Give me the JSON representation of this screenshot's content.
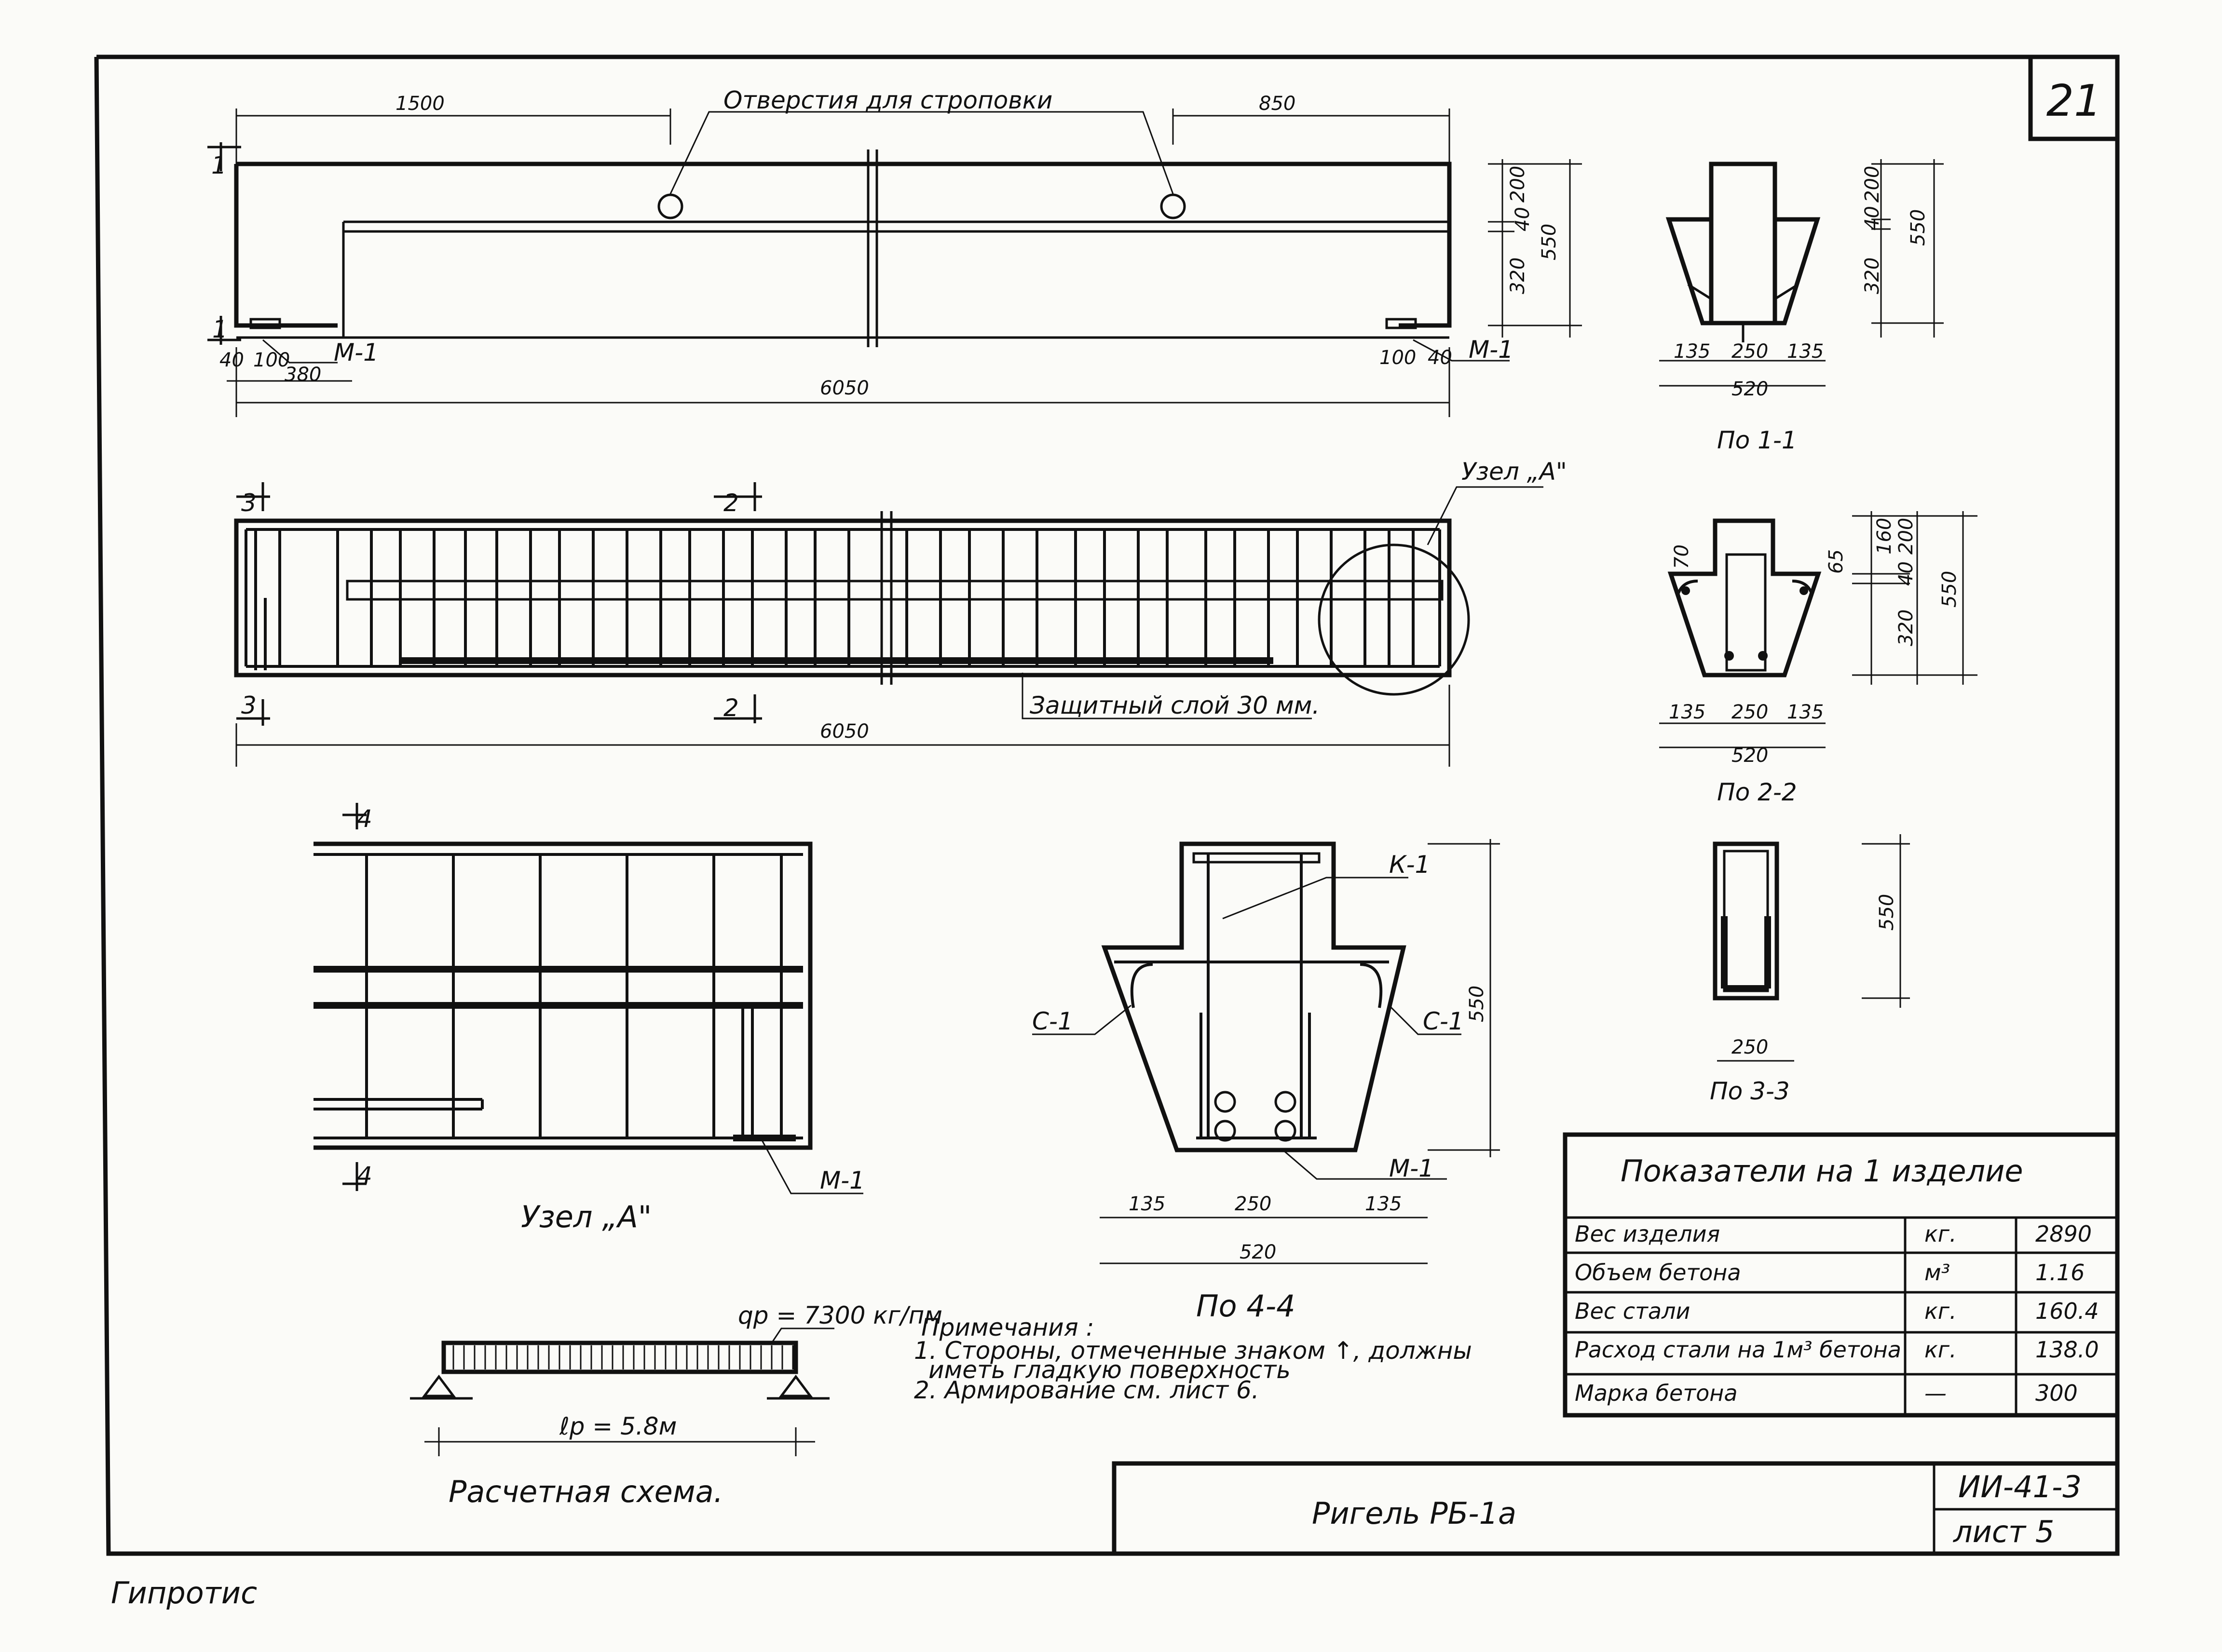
{
  "sheet": {
    "page_number": "21",
    "studio": "Гипротис",
    "title": "Ригель РБ-1а",
    "series": "ИИ-41-3",
    "sheet_no": "лист 5"
  },
  "elevation": {
    "callout": "Отверстия для строповки",
    "dim_left": "1500",
    "dim_right": "850",
    "dim_total": "6050",
    "dim_support_1": "40",
    "dim_support_2": "100",
    "dim_support_3": "380",
    "dim_support_right_1": "100",
    "dim_support_right_2": "40",
    "mark_left": "М-1",
    "mark_right": "М-1",
    "section_mark": "1",
    "height_dims": [
      "200",
      "40",
      "320",
      "550"
    ]
  },
  "plan": {
    "node_label": "Узел „А\"",
    "cover_note": "Защитный слой 30 мм.",
    "dim_total": "6050",
    "section_2": "2",
    "section_3": "3"
  },
  "sections": {
    "s11": {
      "caption": "По 1-1",
      "dims_bottom": [
        "135",
        "250",
        "135"
      ],
      "dim_width": "520",
      "dims_side": [
        "200",
        "40",
        "320",
        "550"
      ]
    },
    "s22": {
      "caption": "По 2-2",
      "dims_bottom": [
        "135",
        "250",
        "135"
      ],
      "dim_width": "520",
      "dims_side": [
        "160",
        "200",
        "40",
        "320",
        "550"
      ],
      "small_dims": [
        "70",
        "65"
      ]
    },
    "s33": {
      "caption": "По 3-3",
      "dim_width": "250",
      "dim_height": "550"
    },
    "s44": {
      "caption": "По 4-4",
      "label_k1": "К-1",
      "label_c1_left": "С-1",
      "label_c1_right": "С-1",
      "label_m1": "М-1",
      "dims_bottom": [
        "135",
        "250",
        "135"
      ],
      "dim_width": "520",
      "dim_height": "550"
    }
  },
  "node": {
    "caption": "Узел „А\"",
    "section_mark": "4",
    "mark": "М-1"
  },
  "scheme": {
    "caption": "Расчетная схема.",
    "load": "qр = 7300 кг/пм",
    "span": "ℓр = 5.8м"
  },
  "notes": {
    "heading": "Примечания :",
    "items": [
      "1. Стороны, отмеченные знаком ↑, должны",
      "иметь гладкую поверхность",
      "2. Армирование см. лист 6."
    ]
  },
  "indicators": {
    "title": "Показатели на 1 изделие",
    "rows": [
      {
        "name": "Вес изделия",
        "unit": "кг.",
        "value": "2890"
      },
      {
        "name": "Объем бетона",
        "unit": "м³",
        "value": "1.16"
      },
      {
        "name": "Вес стали",
        "unit": "кг.",
        "value": "160.4"
      },
      {
        "name": "Расход стали на 1м³ бетона",
        "unit": "кг.",
        "value": "138.0"
      },
      {
        "name": "Марка бетона",
        "unit": "—",
        "value": "300"
      }
    ]
  }
}
